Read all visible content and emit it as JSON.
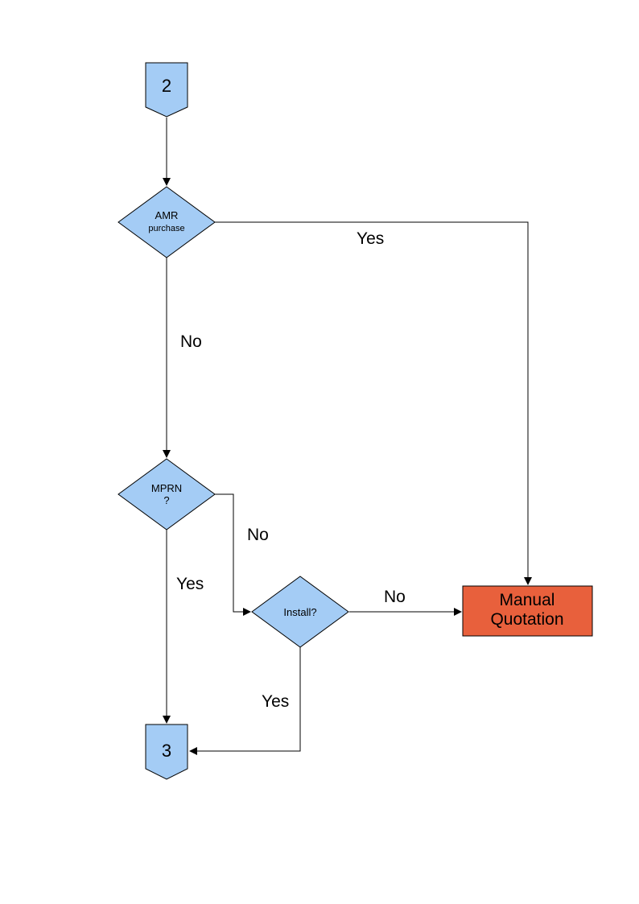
{
  "colors": {
    "node_fill": "#A4CCF5",
    "node_border": "#000000",
    "manual_fill": "#E8603C",
    "line": "#000000",
    "background": "#FFFFFF"
  },
  "nodes": {
    "connector_2": {
      "label": "2"
    },
    "amr": {
      "line1": "AMR",
      "line2": "purchase"
    },
    "mprn": {
      "line1": "MPRN",
      "line2": "?"
    },
    "install": {
      "label": "Install?"
    },
    "manual_quotation": {
      "line1": "Manual",
      "line2": "Quotation"
    },
    "connector_3": {
      "label": "3"
    }
  },
  "edges": {
    "amr_yes": "Yes",
    "amr_no": "No",
    "mprn_no": "No",
    "mprn_yes": "Yes",
    "install_no": "No",
    "install_yes": "Yes"
  }
}
